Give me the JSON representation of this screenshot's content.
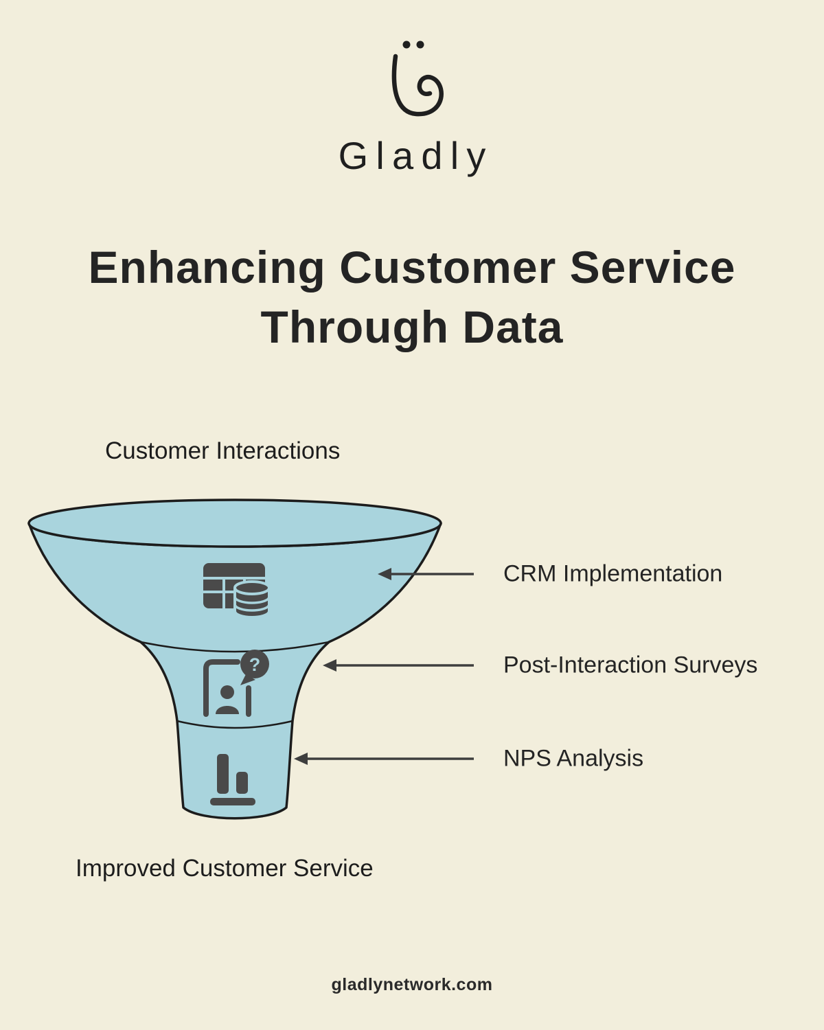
{
  "page": {
    "background": "#f2eedc",
    "footer_text": "gladlynetwork.com"
  },
  "brand": {
    "name": "Gladly"
  },
  "title": {
    "line1": "Enhancing Customer Service",
    "line2": "Through Data"
  },
  "funnel": {
    "fill": "#a9d4dd",
    "stroke": "#1c1c1c",
    "icon_color": "#4a4a4a",
    "arrow_color": "#3e3e3e",
    "top_label": "Customer Interactions",
    "bottom_label": "Improved Customer Service",
    "stages": [
      {
        "label": "CRM Implementation",
        "icon": "spreadsheet-database-icon"
      },
      {
        "label": "Post-Interaction Surveys",
        "icon": "survey-question-icon"
      },
      {
        "label": "NPS Analysis",
        "icon": "bar-chart-icon"
      }
    ]
  },
  "icons": {
    "question_mark": "?"
  }
}
